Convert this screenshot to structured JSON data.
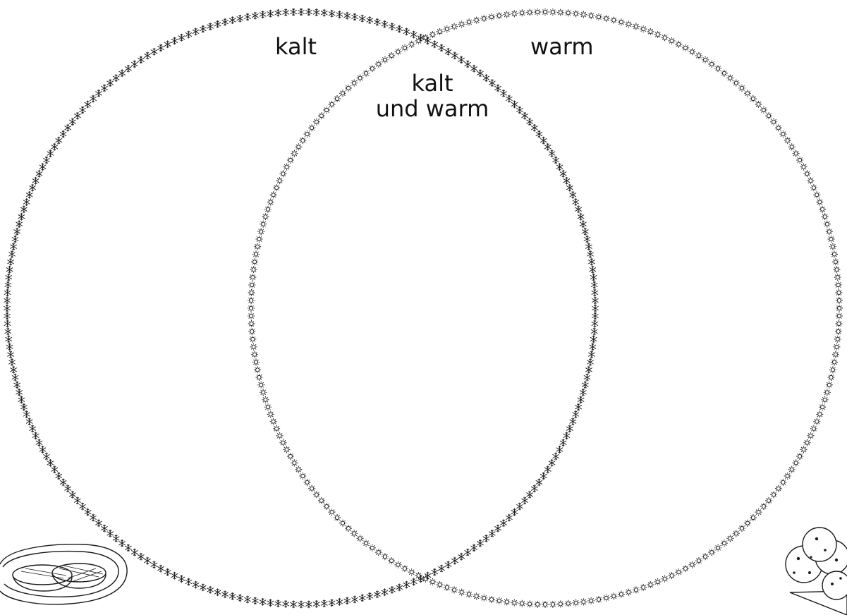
{
  "venn": {
    "left_label": "kalt",
    "right_label": "warm",
    "overlap_label_line1": "kalt",
    "overlap_label_line2": "und warm",
    "left_ring_icon": "snowflake-icon",
    "right_ring_icon": "sun-icon",
    "ring_color": "#1a1a1a"
  },
  "corner_pictures": {
    "bottom_left": "pancakes-on-plate-icon",
    "bottom_right": "ice-cream-cone-icon"
  }
}
